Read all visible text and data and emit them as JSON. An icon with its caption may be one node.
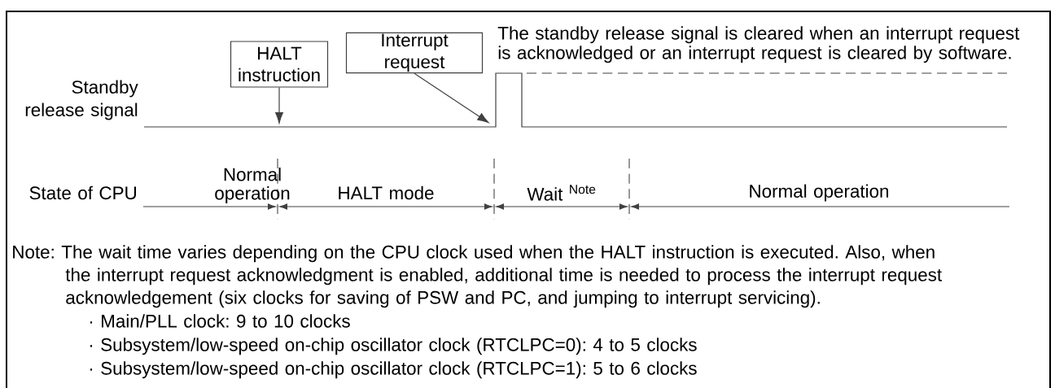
{
  "diagram": {
    "nodes": [
      {
        "text": [
          "HALT instruction"
        ]
      },
      {
        "text": [
          "Interrupt request"
        ]
      }
    ],
    "edges": [
      {
        "from": 0,
        "to": null,
        "arrow": "to"
      },
      {
        "from": 1,
        "to": null,
        "arrow": "to"
      }
    ],
    "labels": [
      "Standby release signal",
      "The standby release signal is cleared when an interrupt request is acknowledged or an interrupt request is cleared by software.",
      "State of CPU",
      "Normal operation",
      "HALT mode",
      "Wait $^{Note}$",
      "Normal operation",
      "Note: The wait time varies depending on the CPU clock used when the HALT instruction is executed. Also, when the interrupt request acknowledgment is enabled, additional time is needed to process the interrupt request acknowledgement (six clocks for saving of PSW and PC, and jumping to interrupt servicing).",
      "· Main/PLL clock: 9 to 10 clocks",
      "· Subsystem/low-speed on-chip oscillator clock (RTCLPC=0): 4 to 5 clocks",
      "· Subsystem/low-speed on-chip oscillator clock (RTCLPC=1): 5 to 6 clocks"
    ]
  }
}
